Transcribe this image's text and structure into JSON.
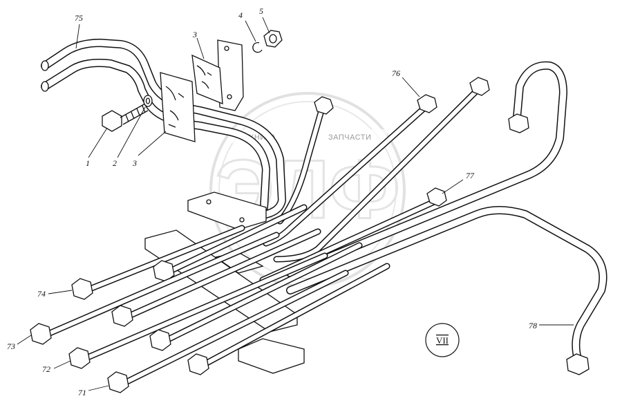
{
  "callouts": [
    {
      "id": "c75",
      "text": "75"
    },
    {
      "id": "c3a",
      "text": "3"
    },
    {
      "id": "c4",
      "text": "4"
    },
    {
      "id": "c5",
      "text": "5"
    },
    {
      "id": "c76",
      "text": "76"
    },
    {
      "id": "c1",
      "text": "1"
    },
    {
      "id": "c2",
      "text": "2"
    },
    {
      "id": "c3b",
      "text": "3"
    },
    {
      "id": "c77",
      "text": "77"
    },
    {
      "id": "c74",
      "text": "74"
    },
    {
      "id": "c73",
      "text": "73"
    },
    {
      "id": "c72",
      "text": "72"
    },
    {
      "id": "c71",
      "text": "71"
    },
    {
      "id": "c78",
      "text": "78"
    }
  ],
  "section_mark": "VII",
  "watermark": {
    "text_left": "ТЕХНИКА",
    "text_right": "ЗАПЧАСТИ",
    "logo_letters": "ЭЛФ"
  }
}
